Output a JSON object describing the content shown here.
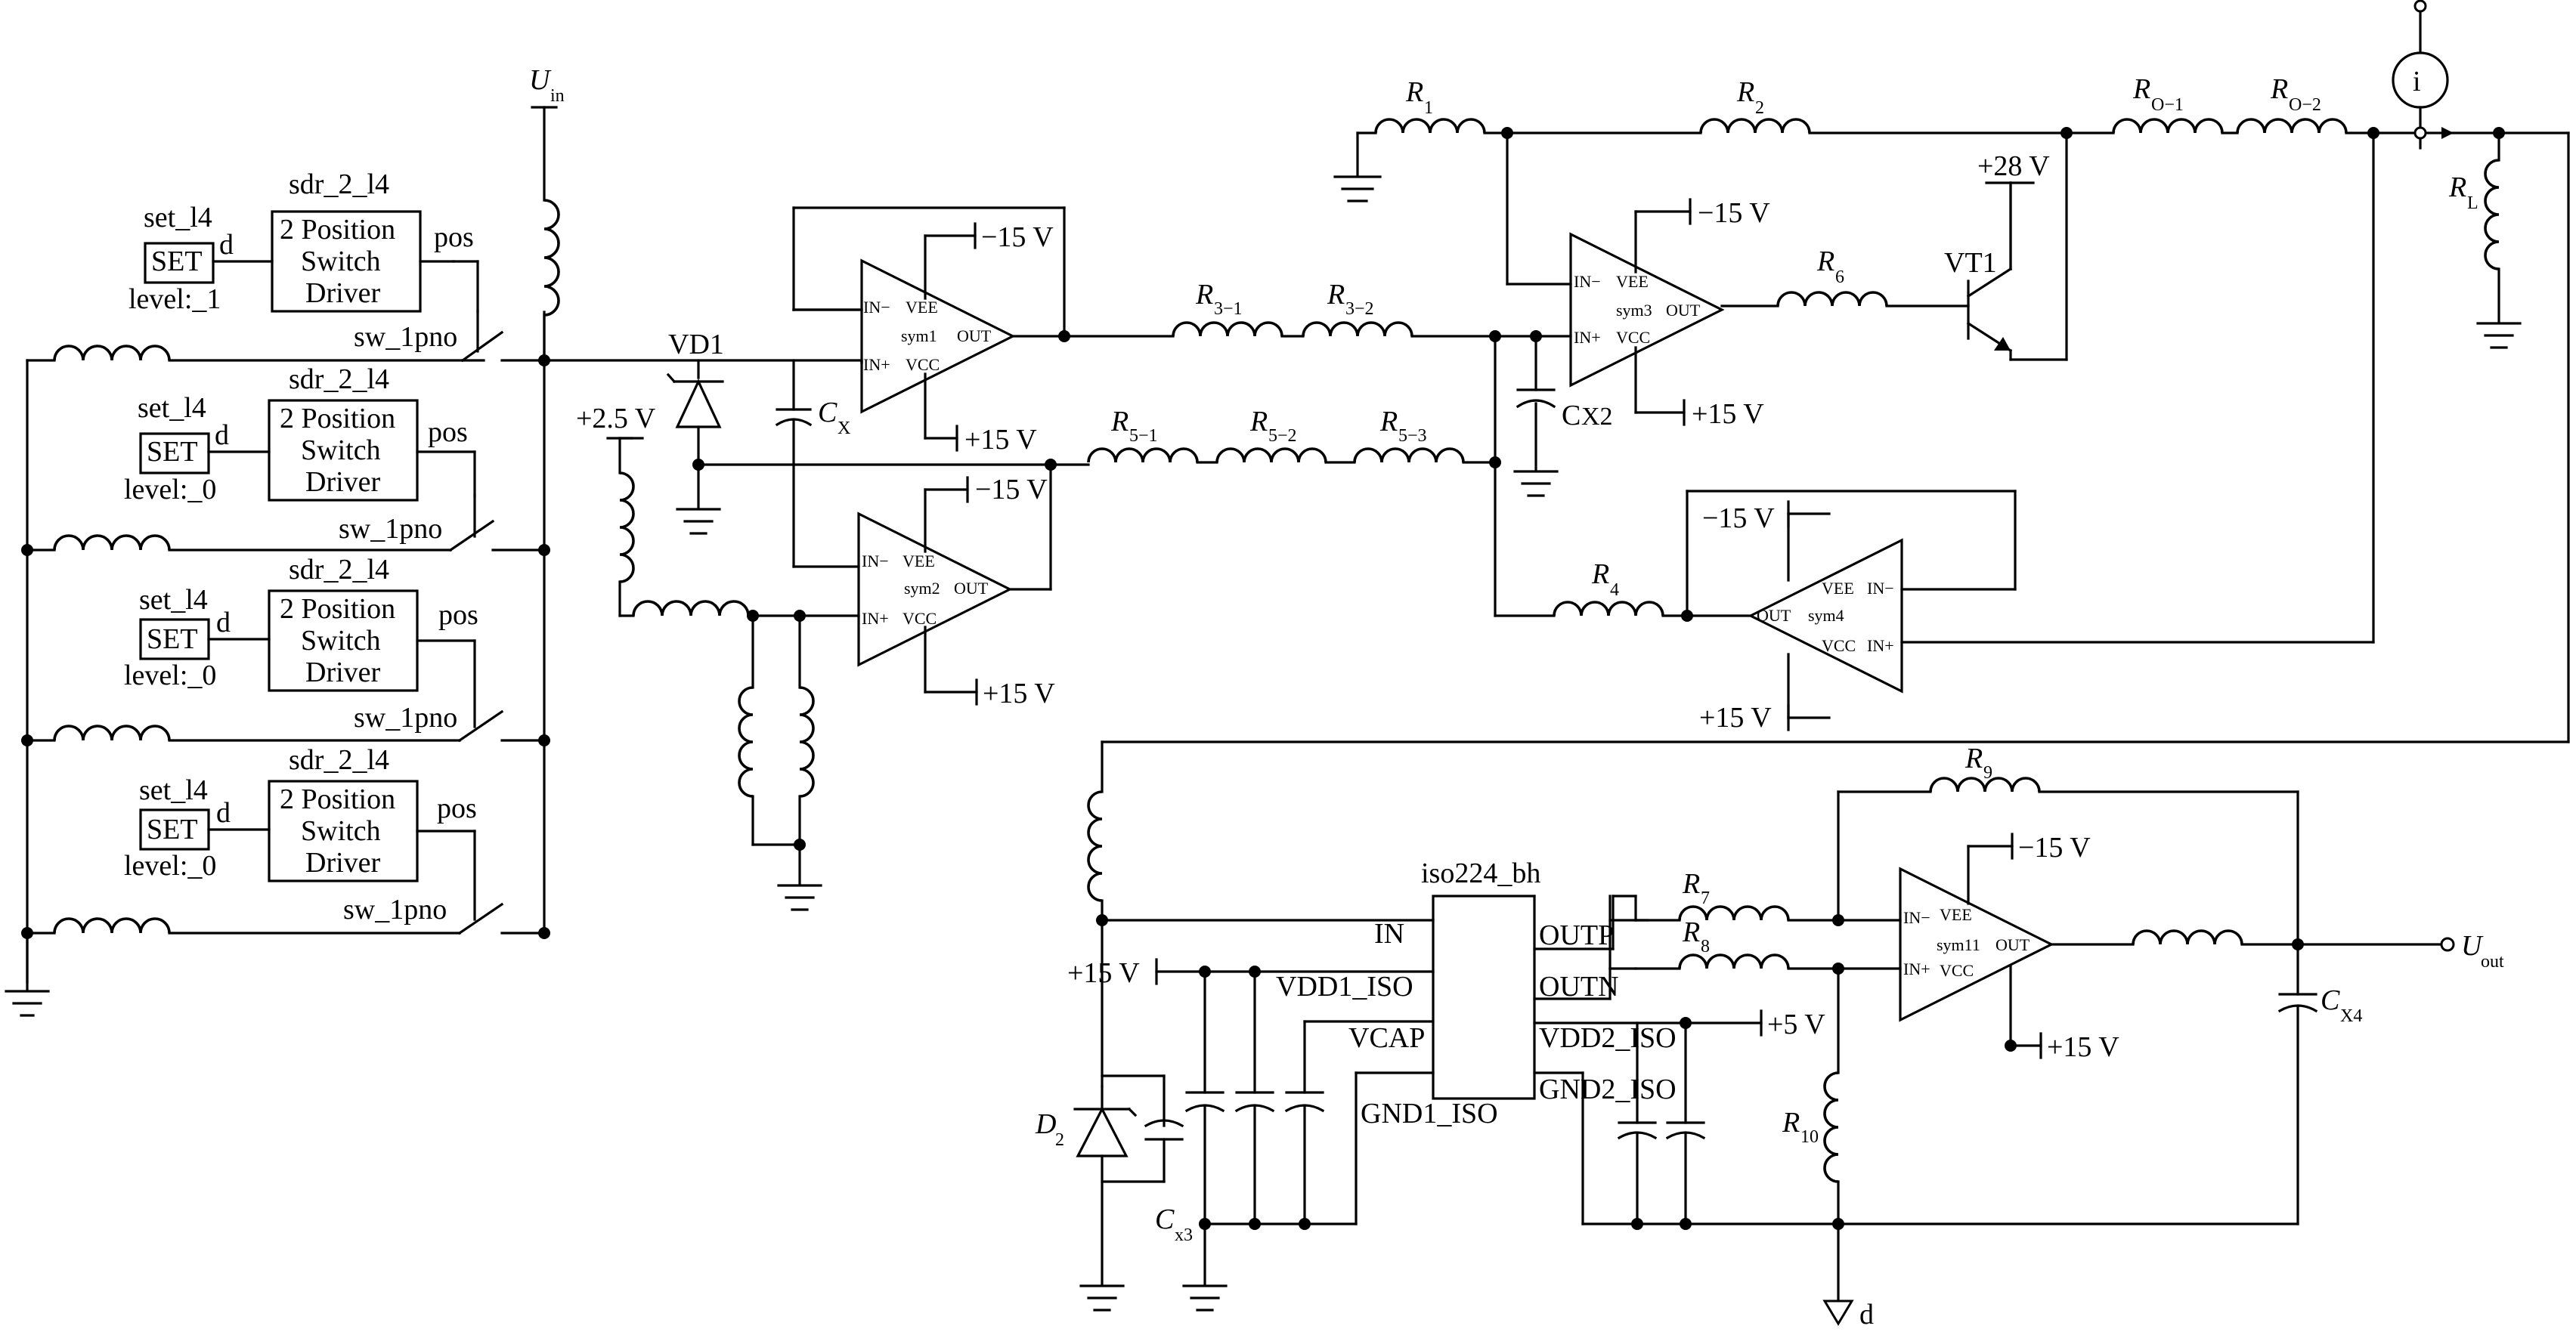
{
  "labels": {
    "uin": "U",
    "uin_sub": "in",
    "uout": "U",
    "uout_sub": "out",
    "vd1": "VD1",
    "vt1": "VT1",
    "cx": "C",
    "cx_sub": "X",
    "cx2": "C",
    "cx2_sub": "X2",
    "cx3": "C",
    "cx3_sub": "x3",
    "cx4": "C",
    "cx4_sub": "X4",
    "d2": "D",
    "d2_sub": "2",
    "rl": "R",
    "rl_sub": "L",
    "r1": "R",
    "r1_sub": "1",
    "r2": "R",
    "r2_sub": "2",
    "ro1": "R",
    "ro1_sub": "O−1",
    "ro2": "R",
    "ro2_sub": "O−2",
    "r31": "R",
    "r31_sub": "3−1",
    "r32": "R",
    "r32_sub": "3−2",
    "r51": "R",
    "r51_sub": "5−1",
    "r52": "R",
    "r52_sub": "5−2",
    "r53": "R",
    "r53_sub": "5−3",
    "r4": "R",
    "r4_sub": "4",
    "r6": "R",
    "r6_sub": "6",
    "r7": "R",
    "r7_sub": "7",
    "r8": "R",
    "r8_sub": "8",
    "r9": "R",
    "r9_sub": "9",
    "r10": "R",
    "r10_sub": "10",
    "p25": "+2.5 V",
    "p28": "+28 V",
    "p5": "+5 V",
    "sym1_neg": "−15 V",
    "sym1_pos": "+15 V",
    "sym2_neg": "−15 V",
    "sym2_pos": "+15 V",
    "sym3_neg": "−15 V",
    "sym3_pos": "+15 V",
    "sym4_neg": "−15 V",
    "sym4_pos": "+15 V",
    "sym11_neg": "−15 V",
    "sym11_pos": "+15 V",
    "iso_supply": "+15 V",
    "ammeter": "i",
    "dnode": "d"
  },
  "switches": [
    {
      "set": "set_l4",
      "set_box": "SET",
      "level": "level:_1",
      "driver_title": "sdr_2_l4",
      "driver_lines": [
        "2 Position",
        "Switch",
        "Driver"
      ],
      "d": "d",
      "pos": "pos",
      "sw": "sw_1pno"
    },
    {
      "set": "set_l4",
      "set_box": "SET",
      "level": "level:_0",
      "driver_title": "sdr_2_l4",
      "driver_lines": [
        "2 Position",
        "Switch",
        "Driver"
      ],
      "d": "d",
      "pos": "pos",
      "sw": "sw_1pno"
    },
    {
      "set": "set_l4",
      "set_box": "SET",
      "level": "level:_0",
      "driver_title": "sdr_2_l4",
      "driver_lines": [
        "2 Position",
        "Switch",
        "Driver"
      ],
      "d": "d",
      "pos": "pos",
      "sw": "sw_1pno"
    },
    {
      "set": "set_l4",
      "set_box": "SET",
      "level": "level:_0",
      "driver_title": "sdr_2_l4",
      "driver_lines": [
        "2 Position",
        "Switch",
        "Driver"
      ],
      "d": "d",
      "pos": "pos",
      "sw": "sw_1pno"
    }
  ],
  "opamps": {
    "sym1": {
      "name": "sym1",
      "inn": "IN−",
      "inp": "IN+",
      "vee": "VEE",
      "vcc": "VCC",
      "out": "OUT"
    },
    "sym2": {
      "name": "sym2",
      "inn": "IN−",
      "inp": "IN+",
      "vee": "VEE",
      "vcc": "VCC",
      "out": "OUT"
    },
    "sym3": {
      "name": "sym3",
      "inn": "IN−",
      "inp": "IN+",
      "vee": "VEE",
      "vcc": "VCC",
      "out": "OUT"
    },
    "sym4": {
      "name": "sym4",
      "inn": "IN−",
      "inp": "IN+",
      "vee": "VEE",
      "vcc": "VCC",
      "out": "OUT"
    },
    "sym11": {
      "name": "sym11",
      "inn": "IN−",
      "inp": "IN+",
      "vee": "VEE",
      "vcc": "VCC",
      "out": "OUT"
    }
  },
  "iso": {
    "title": "iso224_bh",
    "in": "IN",
    "vdd1": "VDD1_ISO",
    "vcap": "VCAP",
    "gnd1": "GND1_ISO",
    "outp": "OUTP",
    "outn": "OUTN",
    "vdd2": "VDD2_ISO",
    "gnd2": "GND2_ISO"
  }
}
